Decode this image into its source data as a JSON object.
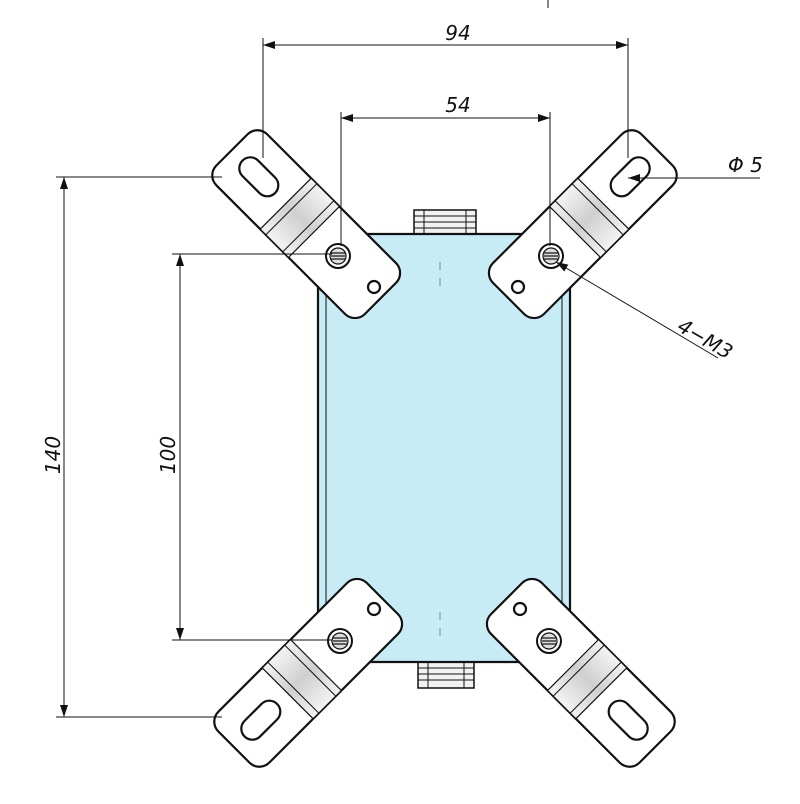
{
  "dimensions": {
    "outer_width": "94",
    "inner_width": "54",
    "outer_height": "140",
    "inner_height": "100",
    "hole_diameter": "Φ 5",
    "screw_spec": "4−M3"
  },
  "colors": {
    "body_fill": "#c8ecf6",
    "line": "#111111",
    "bracket_fill": "#ffffff"
  }
}
